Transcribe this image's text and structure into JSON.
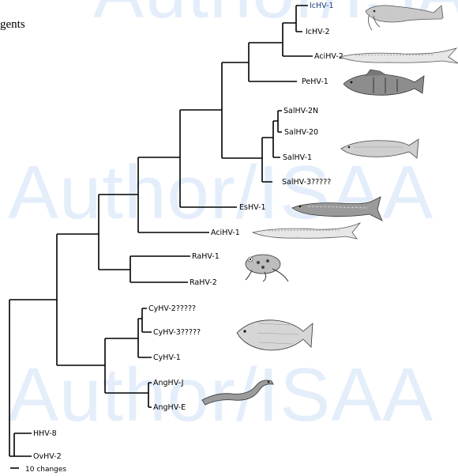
{
  "watermark": {
    "top": "Author/ISAA",
    "middle": "Author/ISAA",
    "bottom": "Author/ISAA"
  },
  "corner_text": "gents",
  "taxa": [
    {
      "name": "IcHV-1",
      "color": "blue",
      "suffix": ""
    },
    {
      "name": "IcHV-2",
      "color": "black",
      "suffix": ""
    },
    {
      "name": "AciHV-2",
      "color": "black",
      "suffix": ""
    },
    {
      "name": "PeHV-1",
      "color": "black",
      "suffix": ""
    },
    {
      "name": "SalHV-2N",
      "color": "black",
      "suffix": ""
    },
    {
      "name": "SalHV-20",
      "color": "black",
      "suffix": ""
    },
    {
      "name": "SalHV-1",
      "color": "black",
      "suffix": ""
    },
    {
      "name": "SalHV-3",
      "color": "black",
      "suffix": "?????"
    },
    {
      "name": "EsHV-1",
      "color": "black",
      "suffix": ""
    },
    {
      "name": "AciHV-1",
      "color": "black",
      "suffix": ""
    },
    {
      "name": "RaHV-1",
      "color": "black",
      "suffix": ""
    },
    {
      "name": "RaHV-2",
      "color": "black",
      "suffix": ""
    },
    {
      "name": "CyHV-2",
      "color": "black",
      "suffix": "?????"
    },
    {
      "name": "CyHV-3",
      "color": "black",
      "suffix": "?????"
    },
    {
      "name": "CyHV-1",
      "color": "black",
      "suffix": ""
    },
    {
      "name": "AngHV-J",
      "color": "black",
      "suffix": ""
    },
    {
      "name": "AngHV-E",
      "color": "black",
      "suffix": ""
    },
    {
      "name": "HHV-8",
      "color": "black",
      "suffix": ""
    },
    {
      "name": "OvHV-2",
      "color": "black",
      "suffix": ""
    }
  ],
  "scale_bar": {
    "label": "10 changes"
  },
  "images": [
    {
      "name": "catfish-image"
    },
    {
      "name": "sturgeon-image-top"
    },
    {
      "name": "perch-image"
    },
    {
      "name": "salmon-image"
    },
    {
      "name": "pike-image"
    },
    {
      "name": "sturgeon-image-bottom"
    },
    {
      "name": "frog-image"
    },
    {
      "name": "carp-image"
    },
    {
      "name": "eel-image"
    }
  ]
}
